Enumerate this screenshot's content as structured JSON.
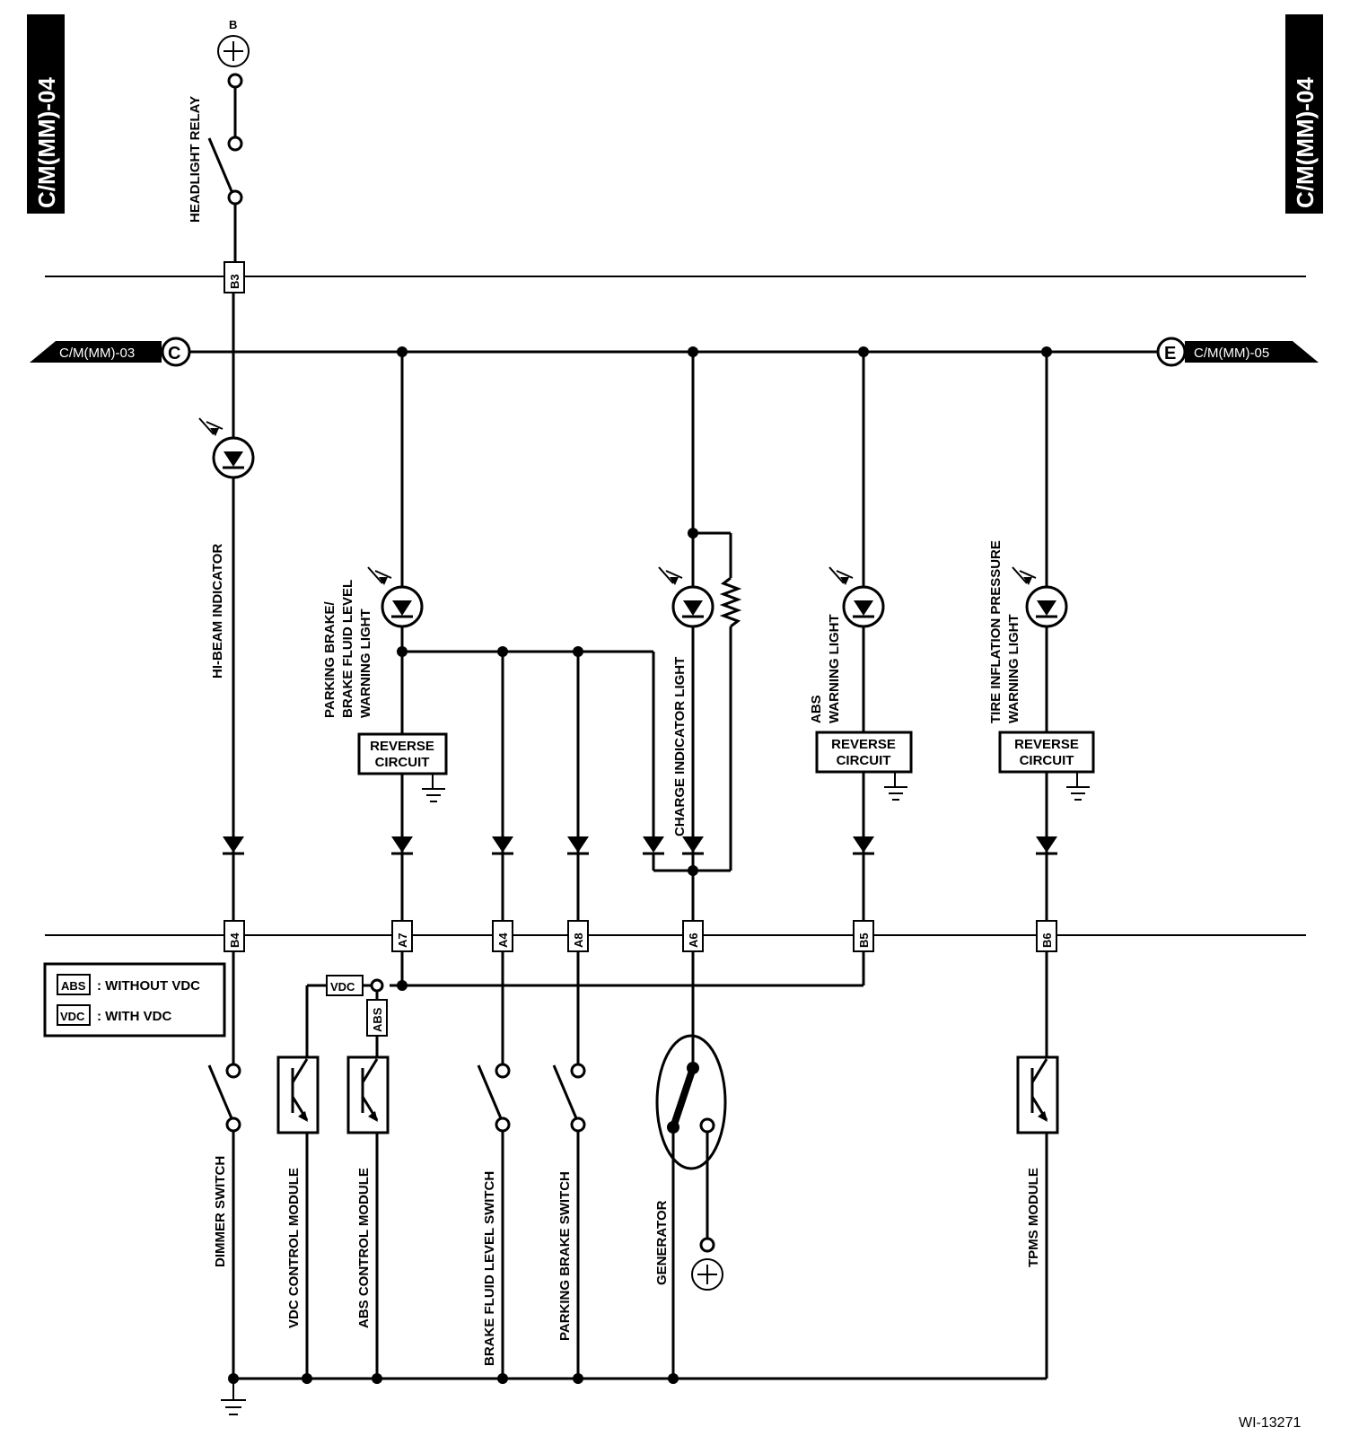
{
  "page_tag": "C/M(MM)-04",
  "battery_label": "B",
  "ref_left": "C/M(MM)-03",
  "ref_left_letter": "C",
  "ref_right": "C/M(MM)-05",
  "ref_right_letter": "E",
  "connectors": {
    "b3": "B3",
    "b4": "B4",
    "a7": "A7",
    "a4": "A4",
    "a8": "A8",
    "a6": "A6",
    "b5": "B5",
    "b6": "B6"
  },
  "labels": {
    "headlight_relay": "HEADLIGHT RELAY",
    "hi_beam": "HI-BEAM INDICATOR",
    "parking_brake_l1": "PARKING BRAKE/",
    "parking_brake_l2": "BRAKE FLUID LEVEL",
    "parking_brake_l3": "WARNING LIGHT",
    "charge": "CHARGE INDICATOR LIGHT",
    "abs_l1": "ABS",
    "abs_l2": "WARNING LIGHT",
    "tire_l1": "TIRE INFLATION PRESSURE",
    "tire_l2": "WARNING LIGHT",
    "dimmer": "DIMMER SWITCH",
    "vdc_module": "VDC CONTROL MODULE",
    "abs_module": "ABS CONTROL MODULE",
    "brake_fluid_switch": "BRAKE FLUID LEVEL SWITCH",
    "parking_brake_switch": "PARKING BRAKE SWITCH",
    "generator": "GENERATOR",
    "tpms": "TPMS MODULE"
  },
  "reverse_circuit_l1": "REVERSE",
  "reverse_circuit_l2": "CIRCUIT",
  "legend": {
    "abs_tag": "ABS",
    "abs_text": ": WITHOUT VDC",
    "vdc_tag": "VDC",
    "vdc_text": ": WITH VDC"
  },
  "wire_tags": {
    "vdc": "VDC",
    "abs": "ABS"
  },
  "footer_code": "WI-13271"
}
